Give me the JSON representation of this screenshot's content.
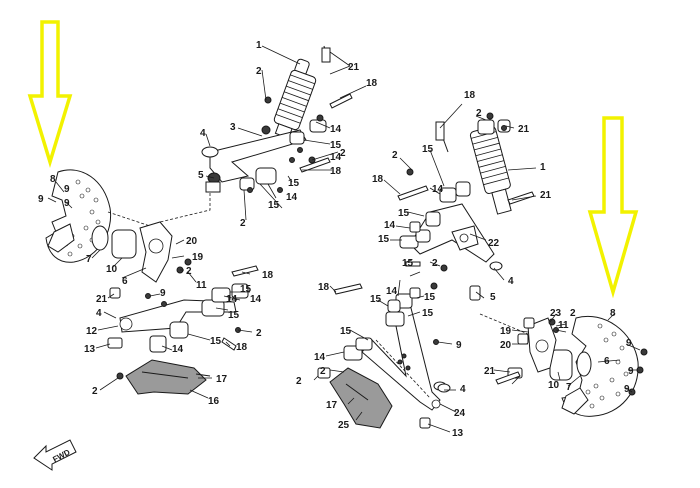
{
  "callouts": {
    "shock_top_left": [
      "1",
      "2",
      "21",
      "18"
    ],
    "left_upper": [
      "3",
      "4",
      "5",
      "14",
      "15",
      "14",
      "2",
      "15",
      "18",
      "15",
      "14",
      "2"
    ],
    "left_disc": [
      "8",
      "9",
      "9",
      "9",
      "7",
      "10",
      "6",
      "20",
      "19",
      "2",
      "11",
      "21"
    ],
    "left_lower": [
      "4",
      "12",
      "13",
      "9",
      "18",
      "14",
      "15",
      "14",
      "15",
      "2",
      "15",
      "18",
      "14",
      "2",
      "17",
      "16"
    ],
    "right_shock": [
      "18",
      "2",
      "21",
      "15",
      "1",
      "21",
      "22",
      "4",
      "5",
      "2",
      "18",
      "15",
      "14",
      "15",
      "15",
      "2",
      "14"
    ],
    "right_lower": [
      "18",
      "15",
      "14",
      "15",
      "15",
      "9",
      "15",
      "14",
      "2",
      "17",
      "25",
      "4",
      "24",
      "13",
      "2"
    ],
    "right_disc": [
      "8",
      "23",
      "2",
      "11",
      "19",
      "20",
      "21",
      "9",
      "9",
      "10",
      "7",
      "9",
      "6"
    ]
  },
  "fwd_label": "FWD",
  "colors": {
    "highlight_arrow": "#f2f200",
    "line": "#1a1a1a"
  }
}
